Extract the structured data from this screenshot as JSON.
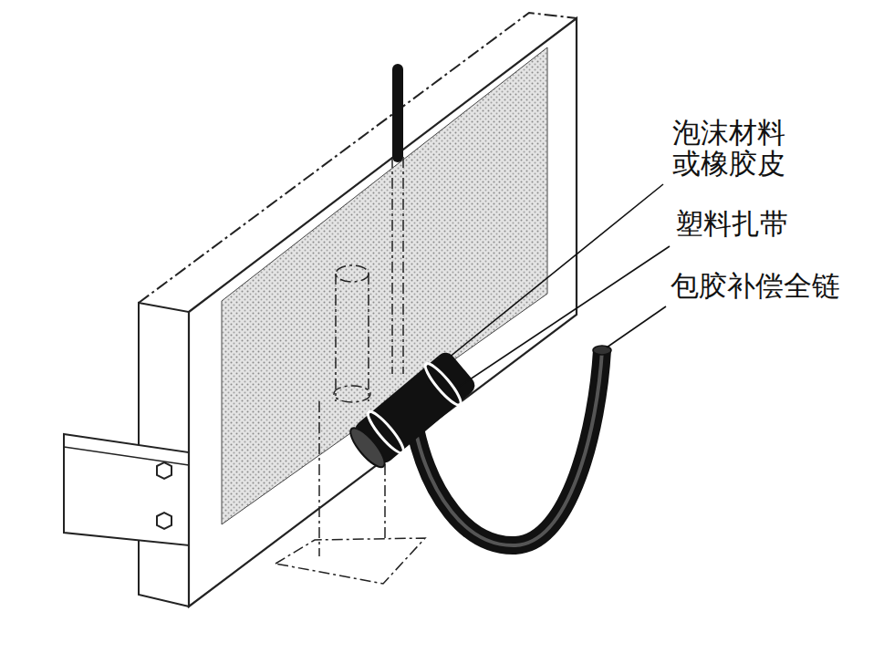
{
  "diagram": {
    "labels": [
      "泡沫材料 或橡胶皮",
      "塑料扎带",
      "包胶补偿全链"
    ]
  }
}
